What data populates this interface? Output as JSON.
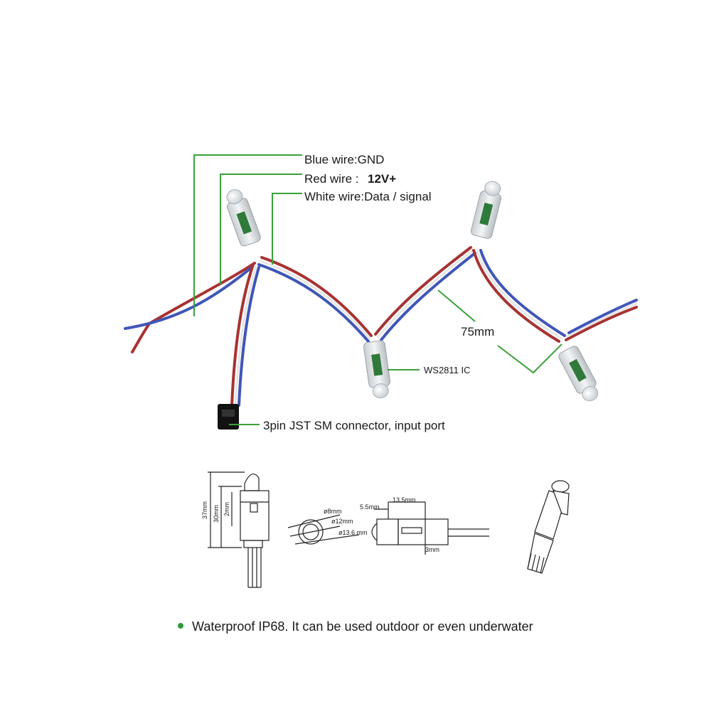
{
  "labels": {
    "blue_wire": "Blue wire:GND",
    "red_wire": "Red wire :",
    "red_wire_voltage": "12V+",
    "white_wire": "White wire:Data / signal",
    "spacing": "75mm",
    "ic": "WS2811 IC",
    "connector": "3pin JST SM connector, input port"
  },
  "dimensions": {
    "height_total": "37mm",
    "height_body": "30mm",
    "height_small": "2mm",
    "dia_inner": "ø8mm",
    "dia_mid": "ø12mm",
    "dia_outer": "ø13.6 mm",
    "len_tip": "5.5mm",
    "len_cap": "13.5mm",
    "offset": "3mm"
  },
  "note": {
    "text": "Waterproof IP68.  It can be used outdoor or even underwater"
  },
  "colors": {
    "callout": "#3aa13a",
    "wire_red": "#a83232",
    "wire_blue": "#3f56b8",
    "wire_white": "#e6e6e6",
    "bullet": "#2e9a3a"
  }
}
